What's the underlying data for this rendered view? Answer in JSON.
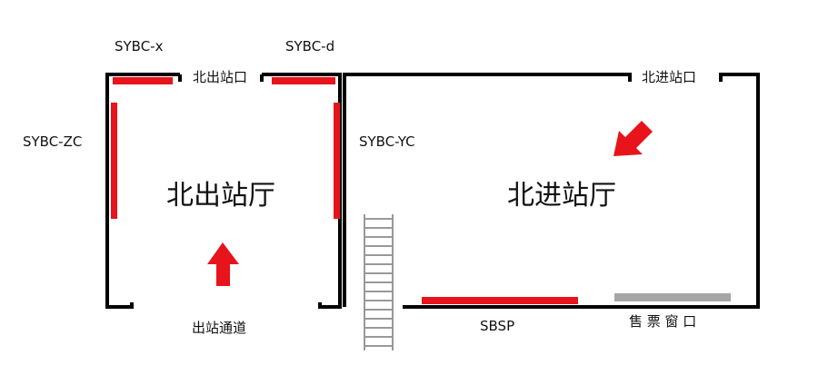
{
  "labels": {
    "sybc_x": "SYBC-x",
    "sybc_d": "SYBC-d",
    "north_exit_gate": "北出站口",
    "north_entry_gate": "北进站口",
    "sybc_zc": "SYBC-ZC",
    "sybc_yc": "SYBC-YC",
    "north_exit_hall": "北出站厅",
    "north_entry_hall": "北进站厅",
    "exit_passage": "出站通道",
    "sbsp": "SBSP",
    "ticket_window": "售 票 窗 口"
  },
  "colors": {
    "wall": "#000000",
    "red_marker": "#e8141b",
    "ticket_window": "#a6a6a6",
    "stairs": "#999999"
  }
}
